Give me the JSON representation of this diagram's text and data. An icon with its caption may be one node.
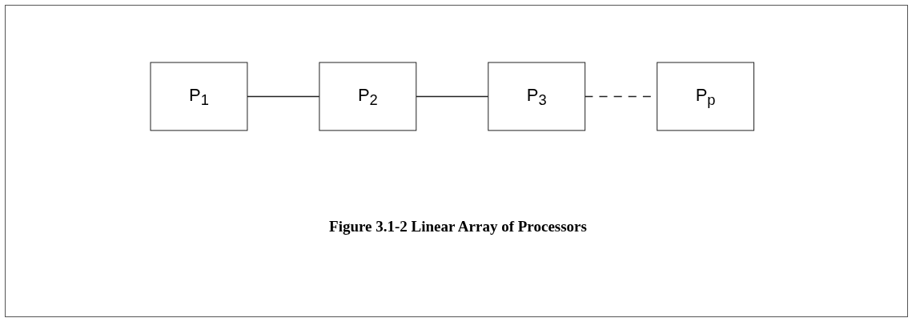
{
  "diagram": {
    "caption": "Figure 3.1-2 Linear Array of Processors",
    "nodes": [
      {
        "text": [
          "P$_{1}$"
        ]
      },
      {
        "text": [
          "P$_{2}$"
        ]
      },
      {
        "text": [
          "P$_{3}$"
        ]
      },
      {
        "text": [
          "P$_{p}$"
        ]
      }
    ],
    "edges": [
      {
        "from": 0,
        "to": 1,
        "arrow": "none"
      },
      {
        "from": 1,
        "to": 2,
        "arrow": "none"
      },
      {
        "from": 2,
        "to": 3,
        "arrow": "none",
        "style": "dashed"
      }
    ]
  }
}
